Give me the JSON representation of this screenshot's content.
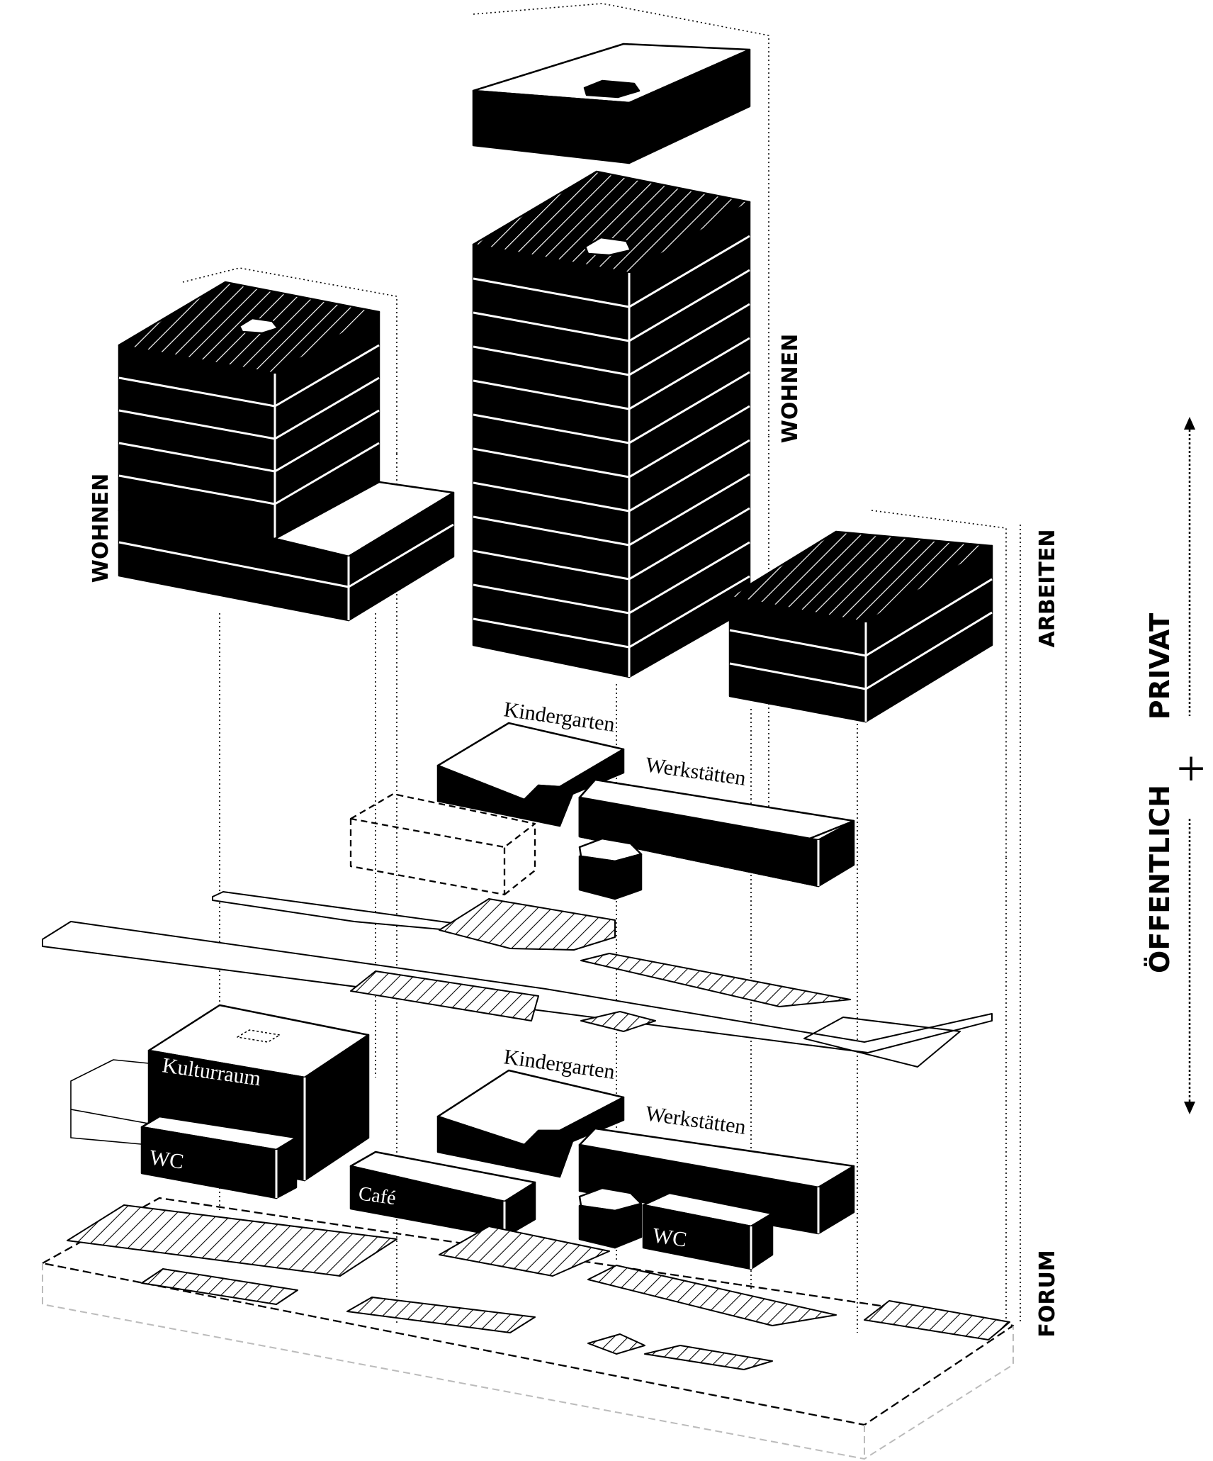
{
  "colors": {
    "ink": "#000000",
    "paper": "#ffffff",
    "light_line": "#bbbbbb"
  },
  "labels": {
    "wohnen_left": "WOHNEN",
    "wohnen_center": "WOHNEN",
    "arbeiten": "ARBEITEN",
    "forum": "FORUM",
    "kindergarten_upper": "Kindergarten",
    "werkstaetten_upper": "Werkstätten",
    "kindergarten_lower": "Kindergarten",
    "werkstaetten_lower": "Werkstätten",
    "kulturraum": "Kulturraum",
    "wc_left": "WC",
    "cafe": "Café",
    "wc_right": "WC"
  },
  "scale": {
    "privat": "PRIVAT",
    "oeffentlich": "ÖFFENTLICH",
    "divider_symbol": "+"
  }
}
